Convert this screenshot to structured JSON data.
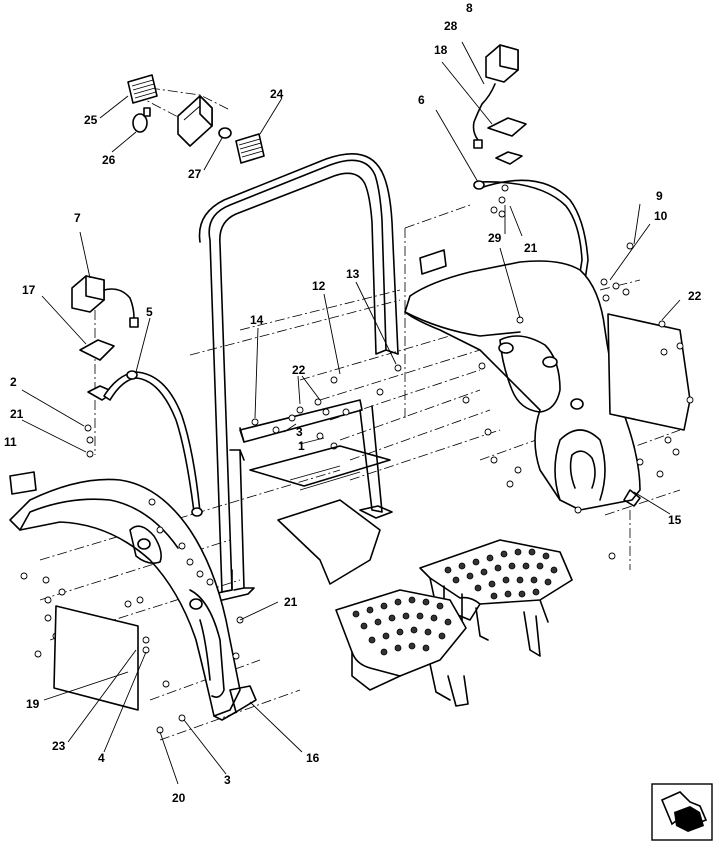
{
  "diagram": {
    "callouts": [
      {
        "id": "c1",
        "text": "1"
      },
      {
        "id": "c2",
        "text": "2"
      },
      {
        "id": "c3a",
        "text": "3"
      },
      {
        "id": "c3b",
        "text": "3"
      },
      {
        "id": "c4",
        "text": "4"
      },
      {
        "id": "c5",
        "text": "5"
      },
      {
        "id": "c6",
        "text": "6"
      },
      {
        "id": "c7",
        "text": "7"
      },
      {
        "id": "c8",
        "text": "8"
      },
      {
        "id": "c9",
        "text": "9"
      },
      {
        "id": "c10",
        "text": "10"
      },
      {
        "id": "c11",
        "text": "11"
      },
      {
        "id": "c12",
        "text": "12"
      },
      {
        "id": "c13",
        "text": "13"
      },
      {
        "id": "c14",
        "text": "14"
      },
      {
        "id": "c15",
        "text": "15"
      },
      {
        "id": "c16",
        "text": "16"
      },
      {
        "id": "c17",
        "text": "17"
      },
      {
        "id": "c18",
        "text": "18"
      },
      {
        "id": "c19",
        "text": "19"
      },
      {
        "id": "c20",
        "text": "20"
      },
      {
        "id": "c21a",
        "text": "21"
      },
      {
        "id": "c21b",
        "text": "21"
      },
      {
        "id": "c21c",
        "text": "21"
      },
      {
        "id": "c22a",
        "text": "22"
      },
      {
        "id": "c22b",
        "text": "22"
      },
      {
        "id": "c23",
        "text": "23"
      },
      {
        "id": "c24",
        "text": "24"
      },
      {
        "id": "c25",
        "text": "25"
      },
      {
        "id": "c26",
        "text": "26"
      },
      {
        "id": "c27",
        "text": "27"
      },
      {
        "id": "c28",
        "text": "28"
      },
      {
        "id": "c29",
        "text": "29"
      }
    ],
    "nav_icon": "arrow-icon"
  }
}
